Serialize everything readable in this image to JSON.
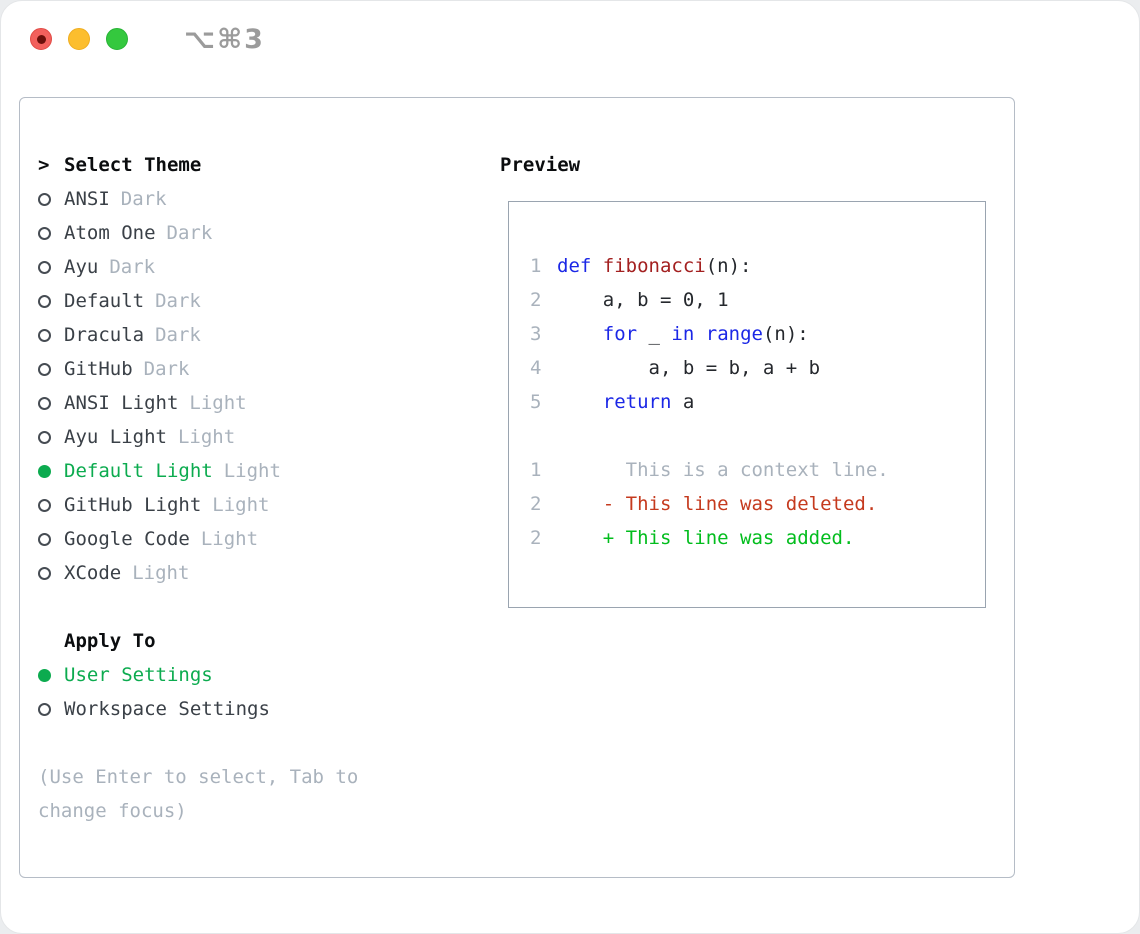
{
  "window": {
    "titlebar_shortcut": "⌥⌘3"
  },
  "colors": {
    "accent_green": "#0cab4f",
    "muted": "#a9b2bc",
    "text": "#3a4047",
    "heading": "#0b0d0f",
    "keyword_blue": "#1b27e6",
    "function_red": "#a32020",
    "code_plain": "#25282d",
    "diff_red": "#c53a1e",
    "diff_green": "#02bd1d",
    "panel_border": "#b5bcc6",
    "preview_border": "#9aa4b0",
    "traffic_red": "#f2605c",
    "traffic_yellow": "#fcbe2e",
    "traffic_green": "#34c83e"
  },
  "theme_list": {
    "header_prompt": ">",
    "header": "Select Theme",
    "items": [
      {
        "label": "ANSI",
        "variant": "Dark",
        "selected": false
      },
      {
        "label": "Atom One",
        "variant": "Dark",
        "selected": false
      },
      {
        "label": "Ayu",
        "variant": "Dark",
        "selected": false
      },
      {
        "label": "Default",
        "variant": "Dark",
        "selected": false
      },
      {
        "label": "Dracula",
        "variant": "Dark",
        "selected": false
      },
      {
        "label": "GitHub",
        "variant": "Dark",
        "selected": false
      },
      {
        "label": "ANSI Light",
        "variant": "Light",
        "selected": false
      },
      {
        "label": "Ayu Light",
        "variant": "Light",
        "selected": false
      },
      {
        "label": "Default Light",
        "variant": "Light",
        "selected": true
      },
      {
        "label": "GitHub Light",
        "variant": "Light",
        "selected": false
      },
      {
        "label": "Google Code",
        "variant": "Light",
        "selected": false
      },
      {
        "label": "XCode",
        "variant": "Light",
        "selected": false
      }
    ]
  },
  "apply_to": {
    "header": "Apply To",
    "options": [
      {
        "label": "User Settings",
        "selected": true
      },
      {
        "label": "Workspace Settings",
        "selected": false
      }
    ]
  },
  "help": {
    "lines": [
      "(Use Enter to select, Tab to",
      "change focus)"
    ]
  },
  "preview": {
    "header": "Preview",
    "code_lines": [
      {
        "num": "1",
        "tokens": [
          {
            "t": "def",
            "c": "keyword"
          },
          {
            "t": " ",
            "c": "plain"
          },
          {
            "t": "fibonacci",
            "c": "function"
          },
          {
            "t": "(n):",
            "c": "plain"
          }
        ]
      },
      {
        "num": "2",
        "tokens": [
          {
            "t": "    a, b = 0, 1",
            "c": "plain"
          }
        ]
      },
      {
        "num": "3",
        "tokens": [
          {
            "t": "    ",
            "c": "plain"
          },
          {
            "t": "for",
            "c": "keyword"
          },
          {
            "t": " _ ",
            "c": "plain"
          },
          {
            "t": "in",
            "c": "keyword"
          },
          {
            "t": " ",
            "c": "plain"
          },
          {
            "t": "range",
            "c": "keyword"
          },
          {
            "t": "(n):",
            "c": "plain"
          }
        ]
      },
      {
        "num": "4",
        "tokens": [
          {
            "t": "        a, b = b, a + b",
            "c": "plain"
          }
        ]
      },
      {
        "num": "5",
        "tokens": [
          {
            "t": "    ",
            "c": "plain"
          },
          {
            "t": "return",
            "c": "keyword"
          },
          {
            "t": " a",
            "c": "plain"
          }
        ]
      }
    ],
    "diff_lines": [
      {
        "num": "1",
        "tokens": [
          {
            "t": "      This is a context line.",
            "c": "context"
          }
        ]
      },
      {
        "num": "2",
        "tokens": [
          {
            "t": "    - This line was deleted.",
            "c": "deleted"
          }
        ]
      },
      {
        "num": "2",
        "tokens": [
          {
            "t": "    + This line was added.",
            "c": "added"
          }
        ]
      }
    ]
  }
}
